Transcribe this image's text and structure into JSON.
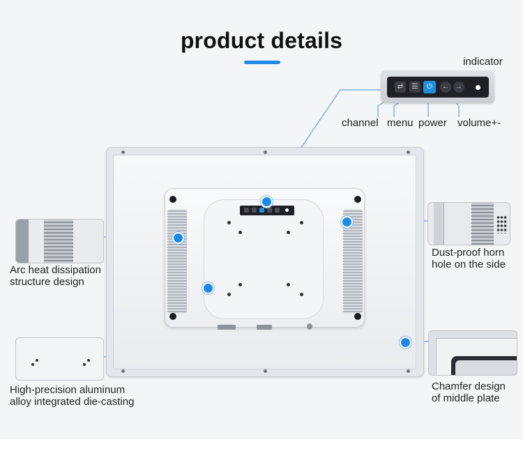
{
  "page": {
    "title": "product details",
    "accent_color": "#1e88e5"
  },
  "panel_labels": {
    "indicator": "indicator",
    "channel": "channel",
    "menu": "menu",
    "power": "power",
    "volume": "volume+-"
  },
  "panel_buttons": [
    {
      "icon": "channel-switch-icon",
      "glyph": "⇄"
    },
    {
      "icon": "menu-list-icon",
      "glyph": "☰"
    },
    {
      "icon": "power-icon",
      "glyph": "⏻"
    },
    {
      "icon": "arrow-left-icon",
      "glyph": "←"
    },
    {
      "icon": "arrow-right-icon",
      "glyph": "→"
    }
  ],
  "callouts": {
    "heat": {
      "line1": "Arc heat dissipation",
      "line2": "structure design"
    },
    "dust": {
      "line1": "Dust-proof horn",
      "line2": "hole on the side"
    },
    "aluminum": {
      "line1": "High-precision aluminum",
      "line2": "alloy integrated die-casting"
    },
    "chamfer": {
      "line1": "Chamfer design",
      "line2": "of middle plate"
    }
  }
}
